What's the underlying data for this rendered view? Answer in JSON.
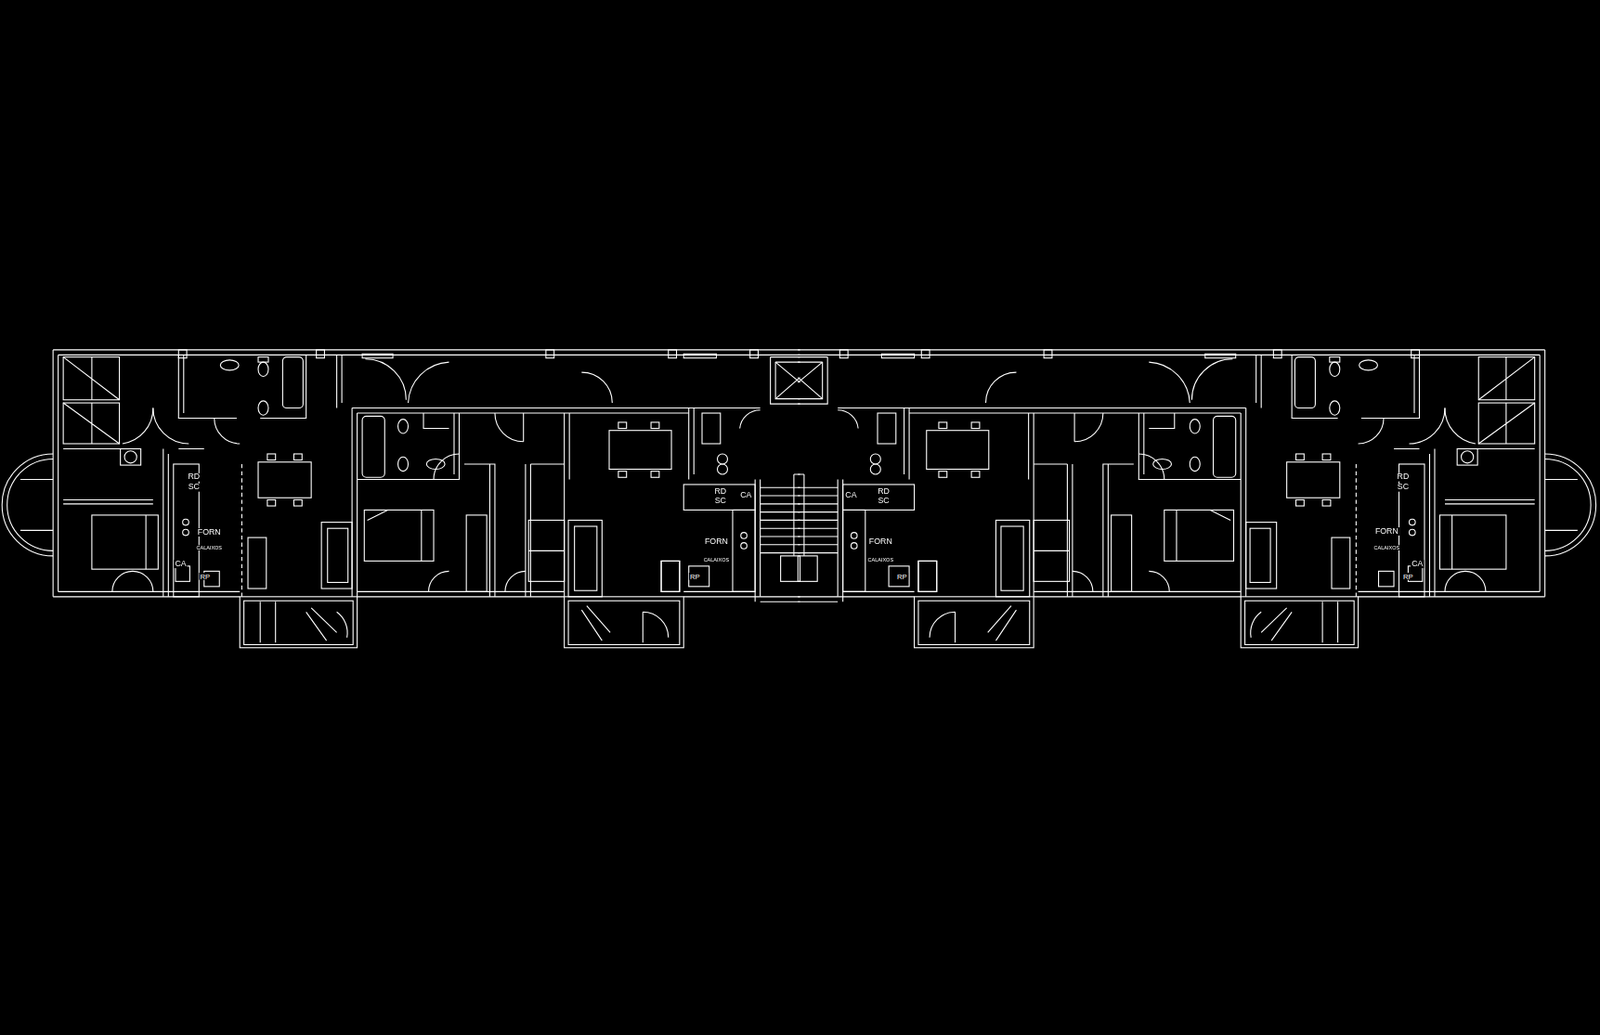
{
  "diagram": {
    "labels": [
      "RD",
      "SC",
      "FORN",
      "CALAIXOS",
      "CA",
      "RP",
      "RD",
      "SC",
      "CA",
      "FORN",
      "CALAIXOS",
      "RP",
      "CA",
      "RD",
      "SC",
      "FORN",
      "CALAIXOS",
      "RP",
      "RD",
      "SC",
      "FORN",
      "CALAIXOS",
      "CA",
      "RP"
    ]
  }
}
